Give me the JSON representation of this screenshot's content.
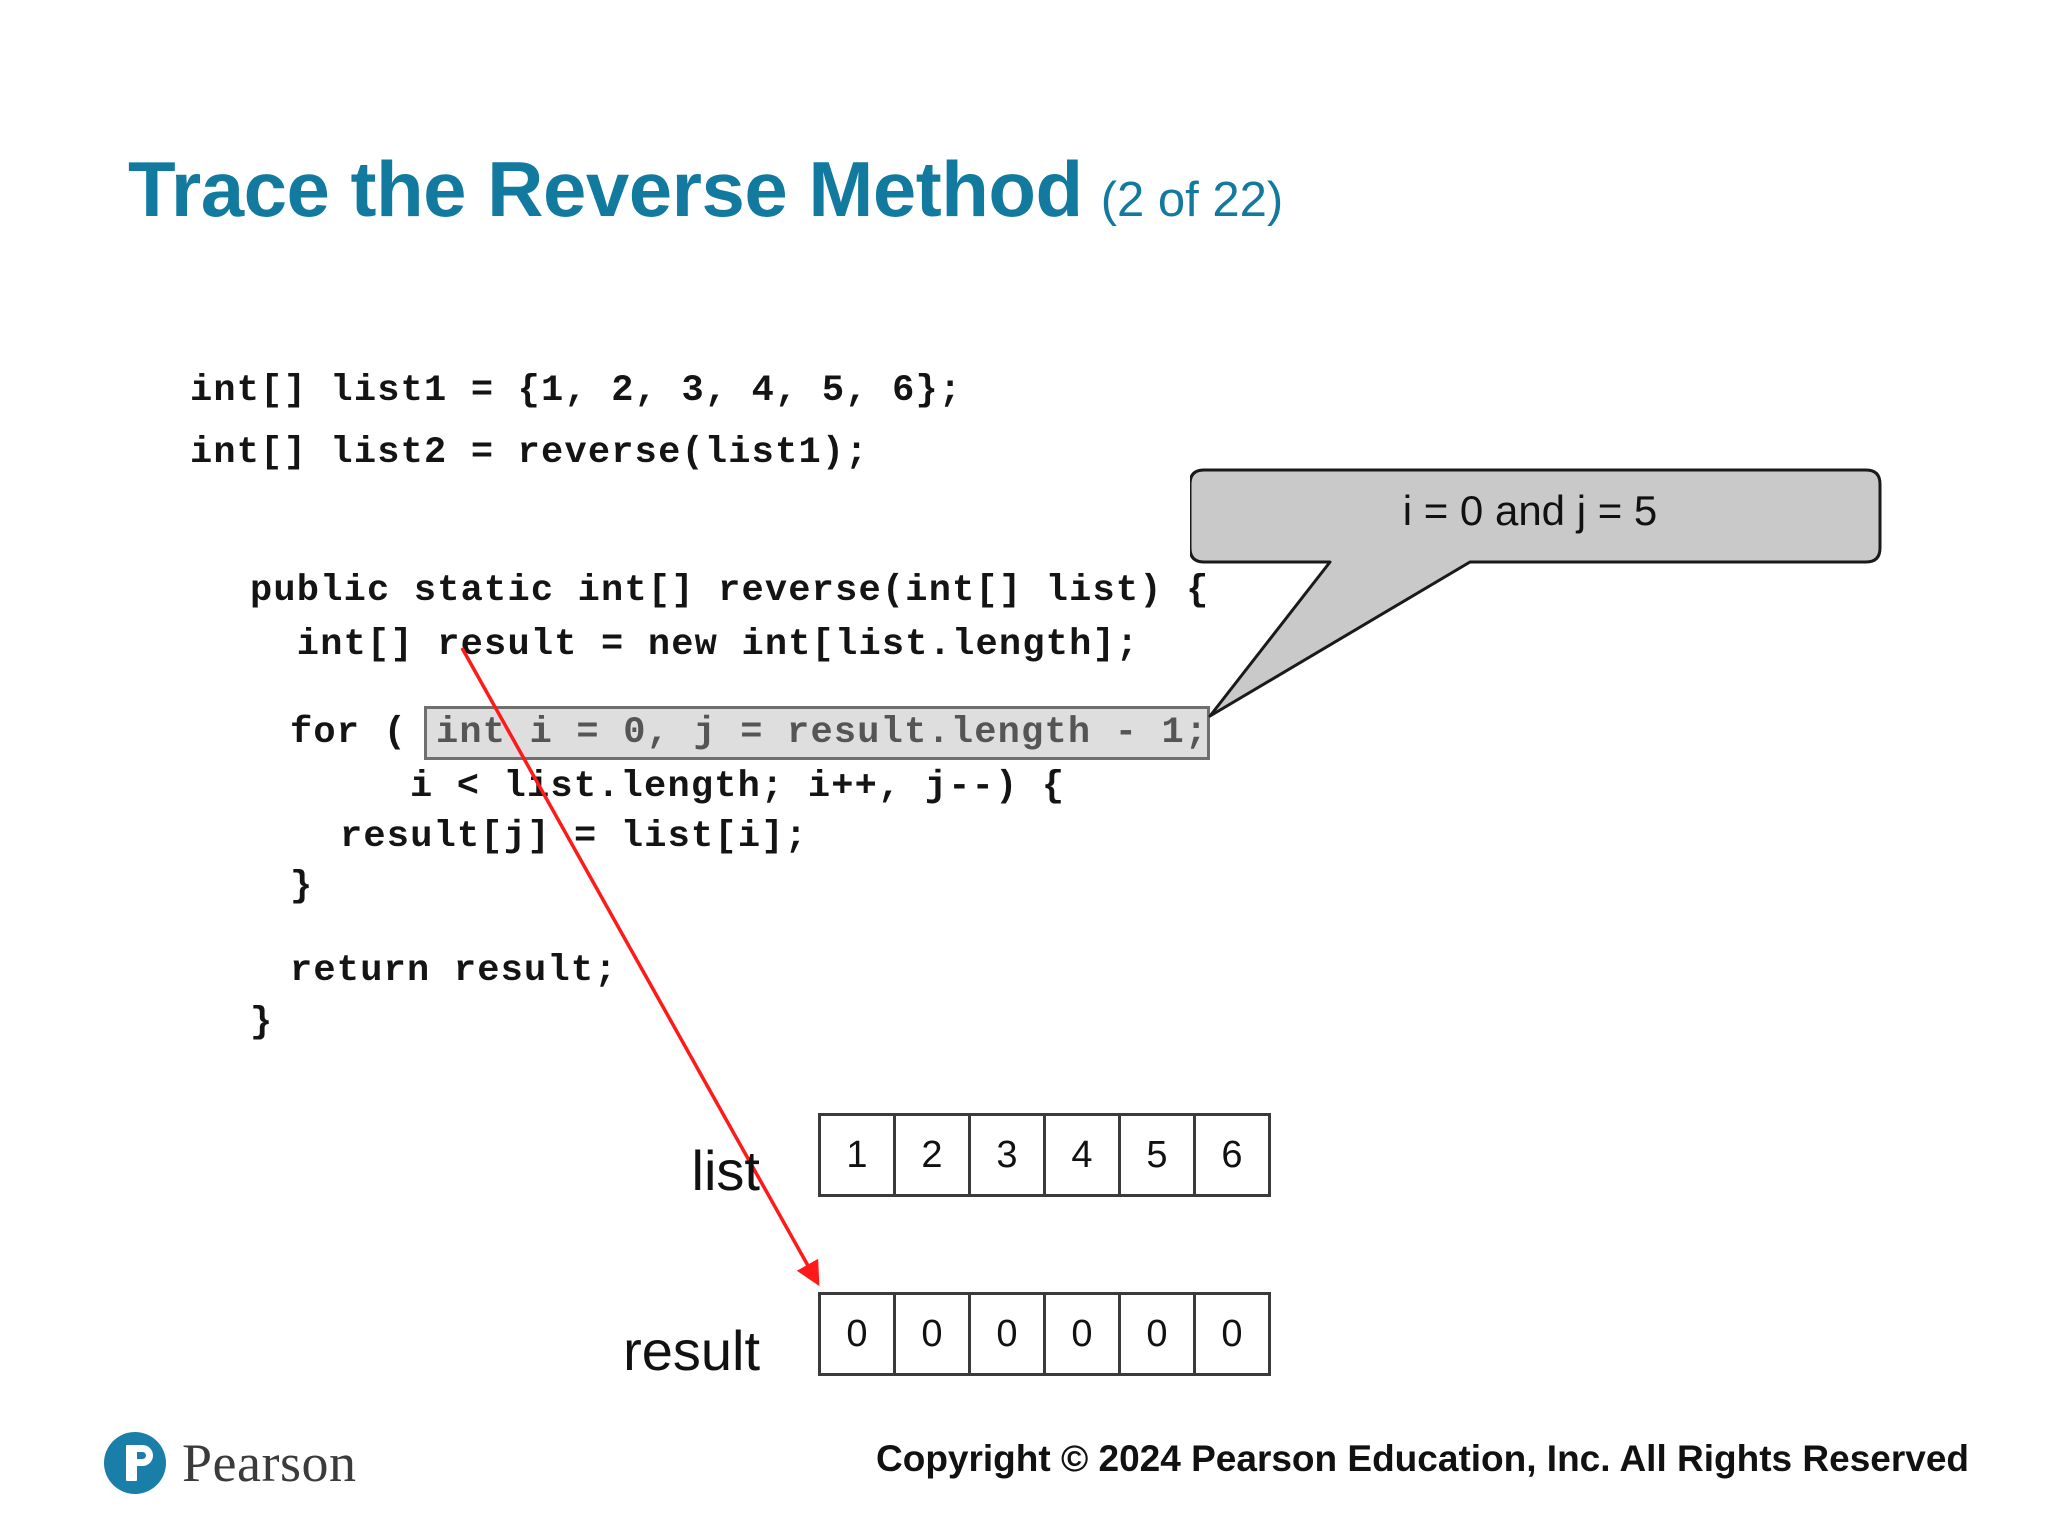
{
  "slide": {
    "title": "Trace the Reverse Method",
    "subtitle": "(2 of 22)",
    "title_color": "#12799f"
  },
  "code": {
    "preamble": [
      "int[] list1 = {1, 2, 3, 4, 5, 6};",
      "int[] list2 = reverse(list1);"
    ],
    "method": [
      "public static int[] reverse(int[] list) {",
      "  int[] result = new int[list.length];",
      "",
      "  for (",
      "      i < list.length; i++, j--) {",
      "    result[j] = list[i];",
      "  }",
      "",
      "  return result;",
      "}"
    ],
    "highlight": {
      "text": "int i = 0, j = result.length - 1;",
      "fill_color": "#dedede",
      "border_color": "#6f6f6f"
    },
    "for_keyword": "for (",
    "line_condition": "i < list.length; i++, j--) {",
    "line_body": "result[j] = list[i];",
    "line_close_for": "}",
    "line_return": "return result;",
    "line_close_method": "}"
  },
  "callout": {
    "text": "i = 0 and j = 5",
    "fill_color": "#c9c9c9",
    "border_color": "#1a1a1a"
  },
  "pointer": {
    "color": "#ff1a1a"
  },
  "arrays": [
    {
      "label": "list",
      "values": [
        "1",
        "2",
        "3",
        "4",
        "5",
        "6"
      ]
    },
    {
      "label": "result",
      "values": [
        "0",
        "0",
        "0",
        "0",
        "0",
        "0"
      ]
    }
  ],
  "footer": {
    "copyright": "Copyright © 2024 Pearson Education, Inc. All Rights Reserved",
    "logo_text": "Pearson"
  }
}
